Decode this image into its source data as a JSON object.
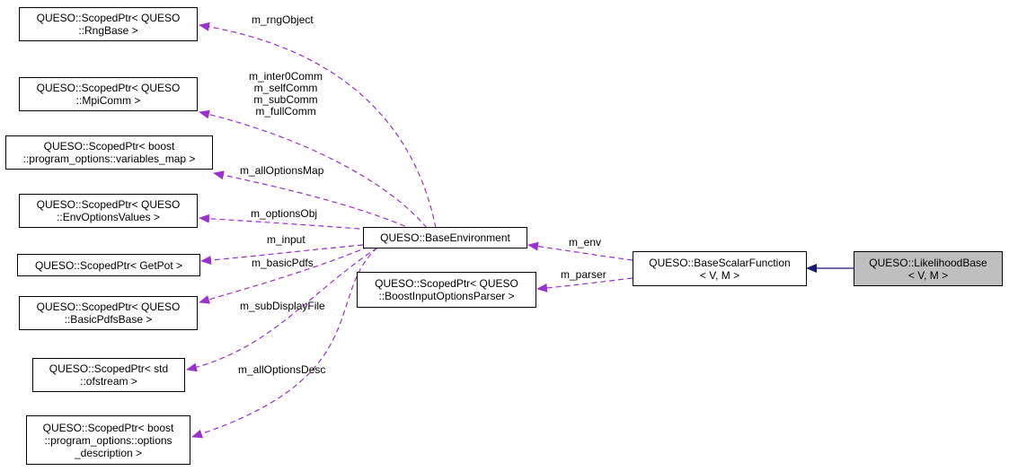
{
  "nodes": {
    "rng": [
      "QUESO::ScopedPtr< QUESO",
      "::RngBase >"
    ],
    "mpi": [
      "QUESO::ScopedPtr< QUESO",
      "::MpiComm >"
    ],
    "vmap": [
      "QUESO::ScopedPtr< boost",
      "::program_options::variables_map >"
    ],
    "envopts": [
      "QUESO::ScopedPtr< QUESO",
      "::EnvOptionsValues >"
    ],
    "getpot": [
      "QUESO::ScopedPtr< GetPot >"
    ],
    "pdfs": [
      "QUESO::ScopedPtr< QUESO",
      "::BasicPdfsBase >"
    ],
    "ofs": [
      "QUESO::ScopedPtr< std",
      "::ofstream >"
    ],
    "optdesc": [
      "QUESO::ScopedPtr< boost",
      "::program_options::options",
      "_description >"
    ],
    "baseenv": [
      "QUESO::BaseEnvironment"
    ],
    "parser": [
      "QUESO::ScopedPtr< QUESO",
      "::BoostInputOptionsParser >"
    ],
    "scalarfn": [
      "QUESO::BaseScalarFunction",
      "< V, M >"
    ],
    "likelihood": [
      "QUESO::LikelihoodBase",
      "< V, M >"
    ]
  },
  "edge_labels": {
    "rng": [
      "m_rngObject"
    ],
    "mpi": [
      "m_inter0Comm",
      "m_selfComm",
      "m_subComm",
      "m_fullComm"
    ],
    "vmap": [
      "m_allOptionsMap"
    ],
    "envopts": [
      "m_optionsObj"
    ],
    "getpot": [
      "m_input"
    ],
    "pdfs": [
      "m_basicPdfs"
    ],
    "ofs": [
      "m_subDisplayFile"
    ],
    "optdesc": [
      "m_allOptionsDesc"
    ],
    "env": [
      "m_env"
    ],
    "parser": [
      "m_parser"
    ]
  },
  "colors": {
    "usage_edge": "#9a32cd",
    "inheritance_edge": "#191970",
    "highlight_fill": "#bfbfbf",
    "node_border": "#000000"
  }
}
